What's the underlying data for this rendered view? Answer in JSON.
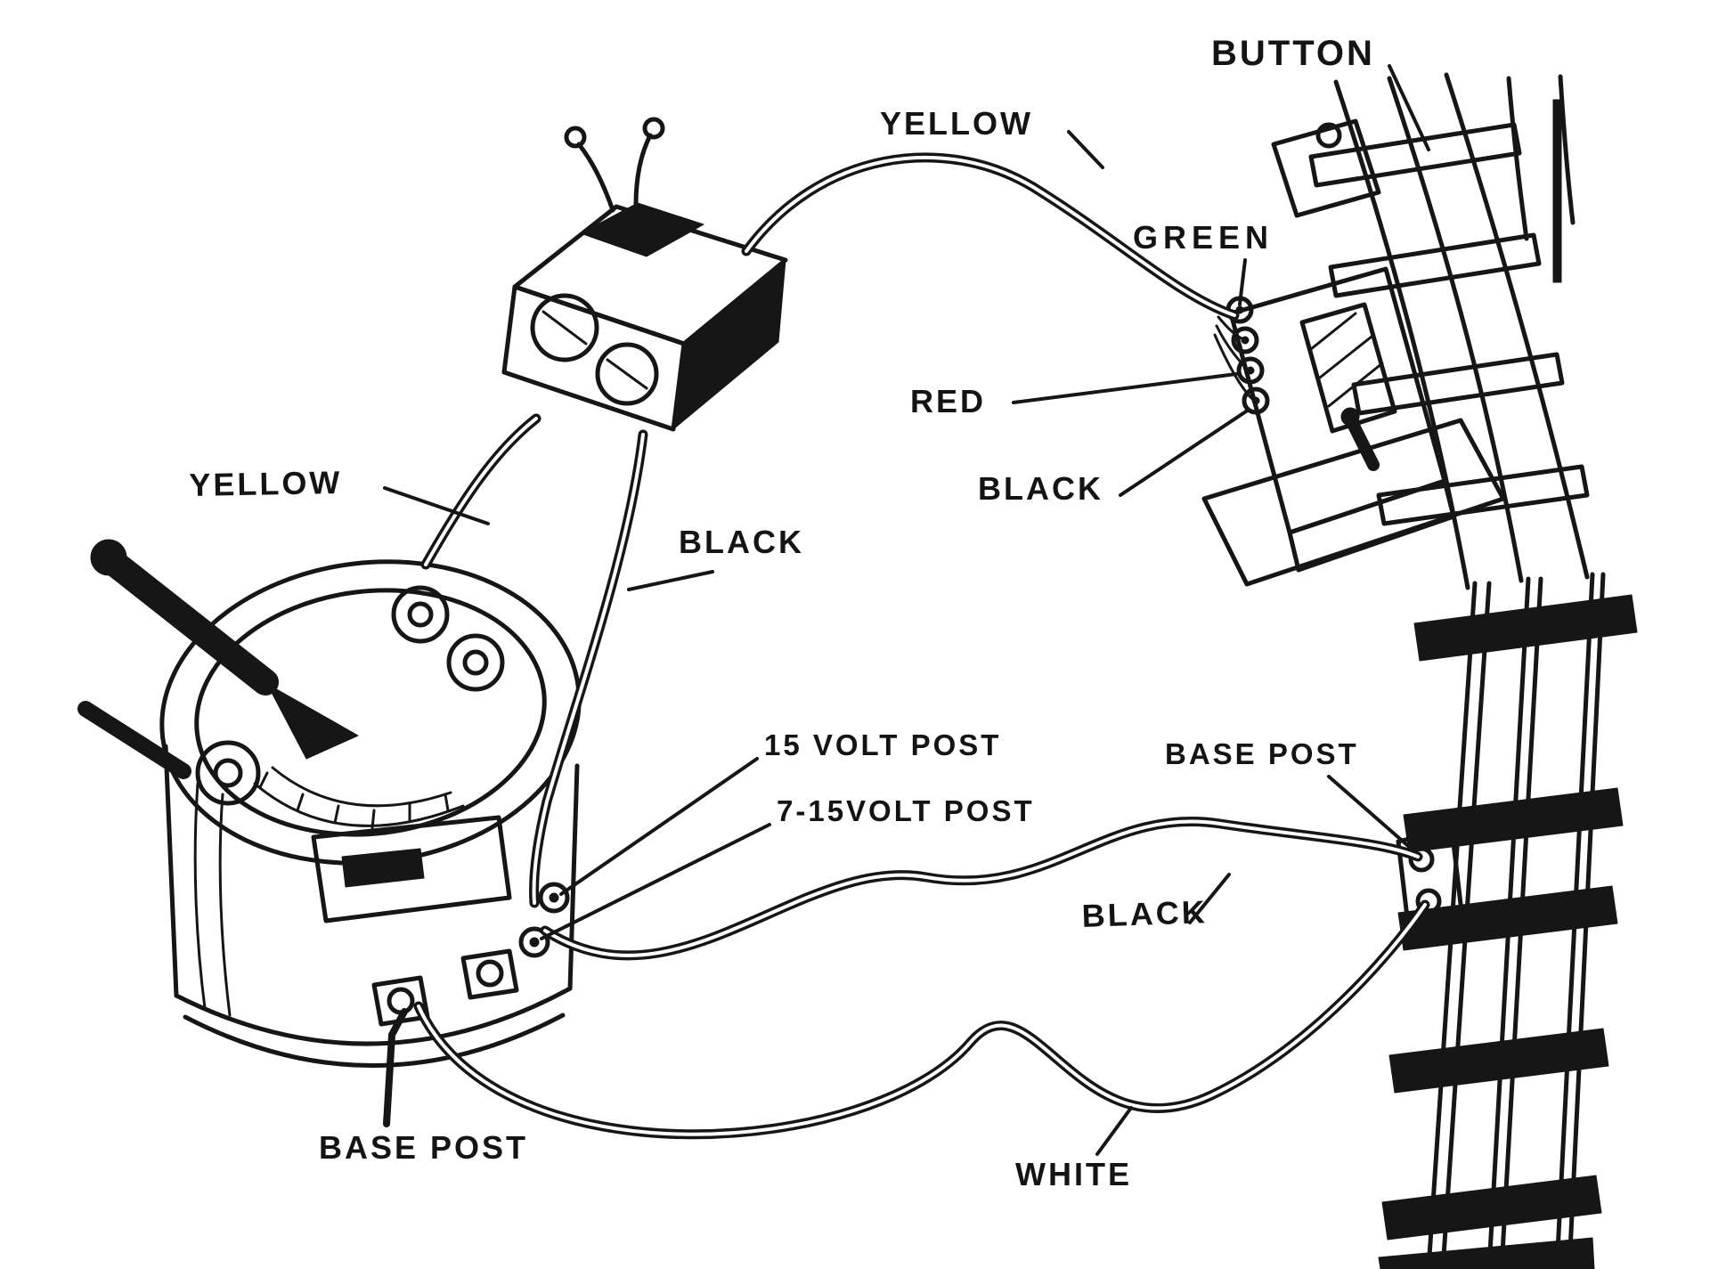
{
  "diagram": {
    "labels": {
      "button": "BUTTON",
      "yellow_top": "YELLOW",
      "green": "GREEN",
      "red": "RED",
      "black_switch": "BLACK",
      "yellow_left": "YELLOW",
      "black_mid": "BLACK",
      "post_15v": "15 VOLT POST",
      "post_7_15v": "7-15VOLT POST",
      "base_post_right": "BASE POST",
      "black_lower": "BLACK",
      "base_post_left": "BASE POST",
      "white": "WHITE"
    },
    "ink_color": "#161616"
  }
}
